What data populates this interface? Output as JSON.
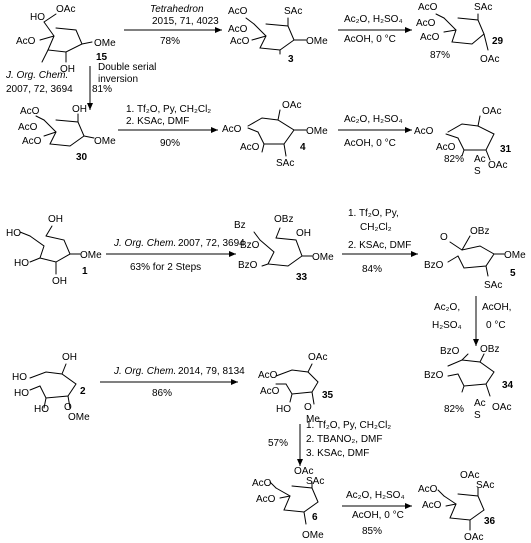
{
  "compounds": {
    "c15": "15",
    "c3": "3",
    "c29": "29",
    "c30": "30",
    "c4": "4",
    "c31": "31",
    "c1": "1",
    "c33": "33",
    "c5": "5",
    "c34": "34",
    "c2": "2",
    "c35": "35",
    "c6": "6",
    "c36": "36"
  },
  "groups": {
    "OAc": "OAc",
    "AcO": "AcO",
    "SAc": "SAc",
    "OMe": "OMe",
    "OH": "OH",
    "HO": "HO",
    "OBz": "OBz",
    "BzO": "BzO",
    "Bz": "Bz",
    "Ac": "Ac",
    "Me": "Me",
    "O": "O",
    "S": "S"
  },
  "reactions": {
    "r1": {
      "ref": "Tetrahedron",
      "cite": "2015, 71, 4023",
      "yield": "78%"
    },
    "r2": {
      "line1": "Ac₂O, H₂SO₄",
      "line2": "AcOH, 0 °C",
      "yield": "87%"
    },
    "r3": {
      "ref": "J. Org. Chem.",
      "cite": "2007, 72, 3694",
      "yield": "81%",
      "note1": "Double serial",
      "note2": "inversion"
    },
    "r4": {
      "line1": "1. Tf₂O, Py, CH₂Cl₂",
      "line2": "2. KSAc, DMF",
      "yield": "90%"
    },
    "r5": {
      "line1": "Ac₂O, H₂SO₄",
      "line2": "AcOH, 0 °C",
      "yield": "82%"
    },
    "r6": {
      "ref": "J. Org. Chem.",
      "cite": "2007, 72, 3694",
      "yield": "63% for 2 Steps"
    },
    "r7": {
      "line1": "1. Tf₂O, Py,",
      "line2": "CH₂Cl₂",
      "line3": "2. KSAc, DMF",
      "yield": "84%"
    },
    "r8": {
      "line1": "Ac₂O,",
      "line2": "AcOH,",
      "line3": "H₂SO₄",
      "line4": "0 °C",
      "yield": "82%"
    },
    "r9": {
      "ref": "J. Org. Chem.",
      "cite": "2014, 79, 8134",
      "yield": "86%"
    },
    "r10": {
      "line1": "1. Tf₂O, Py, CH₂Cl₂",
      "line2": "2. TBANO₂, DMF",
      "line3": "3. KSAc, DMF",
      "yield": "57%"
    },
    "r11": {
      "line1": "Ac₂O, H₂SO₄",
      "line2": "AcOH, 0 °C",
      "yield": "85%"
    }
  }
}
